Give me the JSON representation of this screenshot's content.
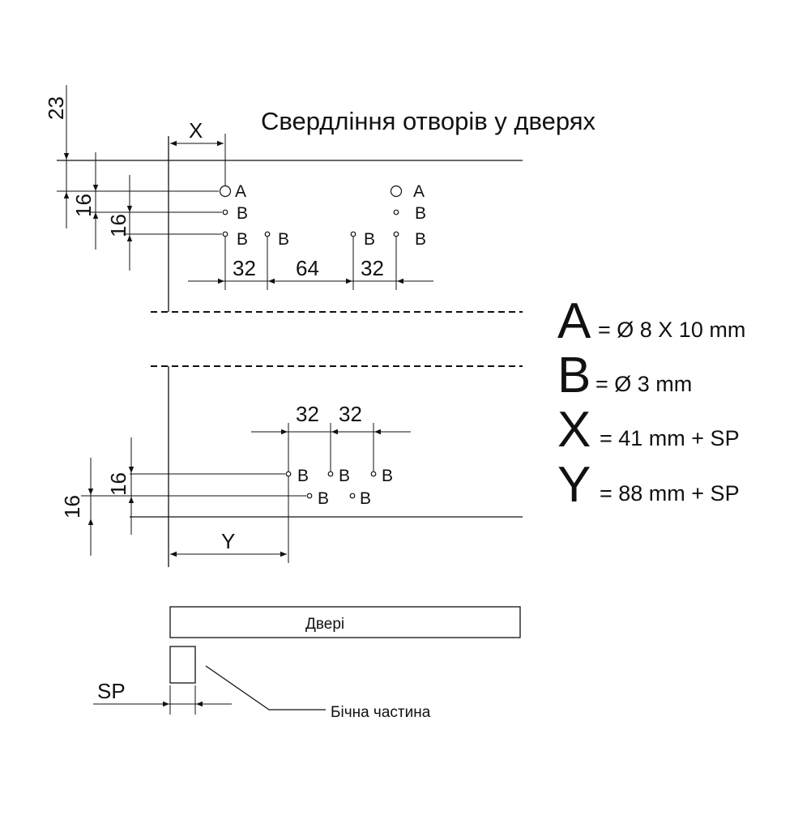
{
  "title": "Свердління отворів у дверях",
  "labels": {
    "hole_a": "A",
    "hole_b": "B",
    "x_dim": "X",
    "y_dim": "Y",
    "sp": "SP",
    "door": "Двері",
    "side_panel": "Бічна частина"
  },
  "dimensions": {
    "top_offset": "23",
    "v16": "16",
    "h32": "32",
    "h64": "64"
  },
  "legend": [
    {
      "letter": "A",
      "text": "= Ø 8 X 10 mm"
    },
    {
      "letter": "B",
      "text": "= Ø 3 mm"
    },
    {
      "letter": "X",
      "text": "= 41 mm + SP"
    },
    {
      "letter": "Y",
      "text": "= 88 mm + SP"
    }
  ]
}
